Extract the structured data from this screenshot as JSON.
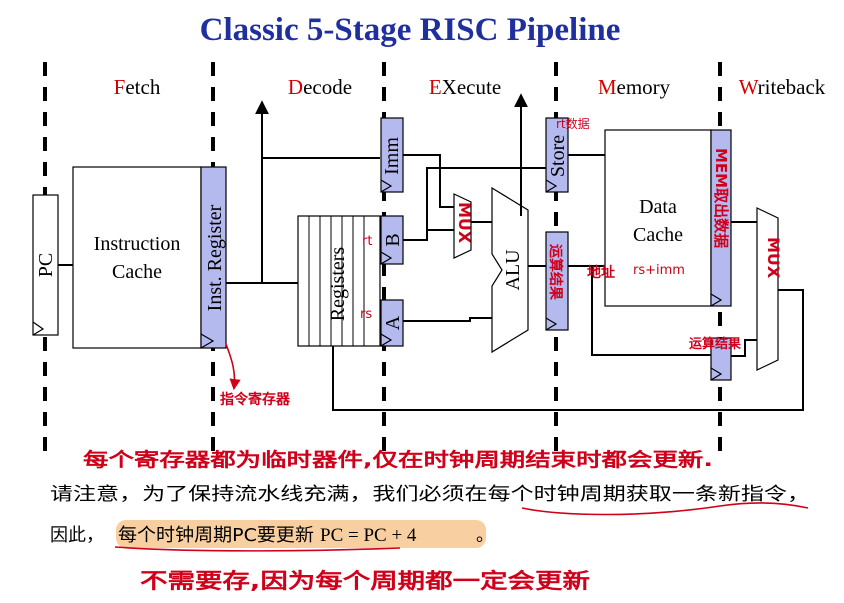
{
  "title": "Classic 5-Stage RISC Pipeline",
  "stages": [
    {
      "first": "F",
      "rest": "etch"
    },
    {
      "first": "D",
      "rest": "ecode"
    },
    {
      "first": "E",
      "rest": "Xecute"
    },
    {
      "first": "M",
      "rest": "emory"
    },
    {
      "first": "W",
      "rest": "riteback"
    }
  ],
  "blocks": {
    "pc": "PC",
    "icache_line1": "Instruction",
    "icache_line2": "Cache",
    "inst_register": "Inst. Register",
    "registers": "Registers",
    "imm": "Imm",
    "reg_b": "B",
    "reg_a": "A",
    "alu": "ALU",
    "store": "Store",
    "dcache_line1": "Data",
    "dcache_line2": "Cache"
  },
  "annotations": {
    "rt": "rt",
    "rs": "rs",
    "mux_exec": "MUX",
    "store_note": "rt数据",
    "exec_result": "运算结果",
    "address": "地址",
    "rs_imm": "rs+imm",
    "mem_data": "MEM取出数据",
    "wb_mux": "MUX",
    "wb_result": "运算结果",
    "inst_reg_note": "指令寄存器",
    "every_reg": "每个寄存器都为临时器件,仅在时钟周期结束时都会更新.",
    "no_need": "不需要存,因为每个周期都一定会更新"
  },
  "text": {
    "line1": "请注意，为了保持流水线充满，我们必须在每个时钟周期获取一条新指令，",
    "line2_prefix": "因此，",
    "line2_highlight": "每个时钟周期PC要更新",
    "line2_formula": "PC = PC + 4",
    "line2_suffix": "。"
  },
  "colors": {
    "title": "#1f2f9e",
    "stage_initial": "#d40000",
    "register": "#b4b9ee",
    "handwriting": "#d0001a",
    "highlight": "#f7cfa0"
  }
}
